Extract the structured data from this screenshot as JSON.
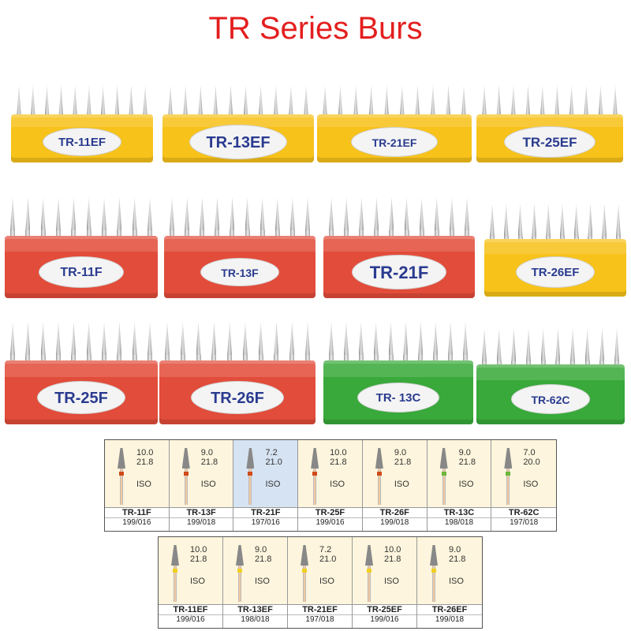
{
  "title": "TR Series Burs",
  "colors": {
    "title": "#e41e1e",
    "yellow": "#f7c21a",
    "red": "#e24c3a",
    "green": "#38a93a",
    "label_text": "#2a3b8f"
  },
  "packs": [
    {
      "label": "TR-11EF",
      "color": "yellow",
      "ring": "#f0e020"
    },
    {
      "label": "TR-13EF",
      "color": "yellow",
      "ring": "#f0e020"
    },
    {
      "label": "TR-21EF",
      "color": "yellow",
      "ring": "#f0e020"
    },
    {
      "label": "TR-25EF",
      "color": "yellow",
      "ring": "#f0e020"
    },
    {
      "label": "TR-11F",
      "color": "red",
      "ring": "#c8102e"
    },
    {
      "label": "TR-13F",
      "color": "red",
      "ring": "#c8102e"
    },
    {
      "label": "TR-21F",
      "color": "red",
      "ring": "#c8102e"
    },
    {
      "label": "TR-26EF",
      "color": "yellow",
      "ring": "#f0e020"
    },
    {
      "label": "TR-25F",
      "color": "red",
      "ring": "#c8102e"
    },
    {
      "label": "TR-26F",
      "color": "red",
      "ring": "#c8102e"
    },
    {
      "label": "TR- 13C",
      "color": "green",
      "ring": "#2e9e3a"
    },
    {
      "label": "TR-62C",
      "color": "green",
      "ring": "#2e9e3a"
    }
  ],
  "table1": [
    {
      "v1": "10.0",
      "v2": "21.8",
      "iso": "ISO",
      "code": "TR-11F",
      "iso_code": "199/016",
      "ring": "#d04a1a",
      "hl": false
    },
    {
      "v1": "9.0",
      "v2": "21.8",
      "iso": "ISO",
      "code": "TR-13F",
      "iso_code": "199/018",
      "ring": "#d04a1a",
      "hl": false
    },
    {
      "v1": "7.2",
      "v2": "21.0",
      "iso": "ISO",
      "code": "TR-21F",
      "iso_code": "197/016",
      "ring": "#d04a1a",
      "hl": true
    },
    {
      "v1": "10.0",
      "v2": "21.8",
      "iso": "ISO",
      "code": "TR-25F",
      "iso_code": "199/016",
      "ring": "#d04a1a",
      "hl": false
    },
    {
      "v1": "9.0",
      "v2": "21.8",
      "iso": "ISO",
      "code": "TR-26F",
      "iso_code": "199/018",
      "ring": "#d04a1a",
      "hl": false
    },
    {
      "v1": "9.0",
      "v2": "21.8",
      "iso": "ISO",
      "code": "TR-13C",
      "iso_code": "198/018",
      "ring": "#6bb83a",
      "hl": false
    },
    {
      "v1": "7.0",
      "v2": "20.0",
      "iso": "ISO",
      "code": "TR-62C",
      "iso_code": "197/018",
      "ring": "#6bb83a",
      "hl": false
    }
  ],
  "table2": [
    {
      "v1": "10.0",
      "v2": "21.8",
      "iso": "ISO",
      "code": "TR-11EF",
      "iso_code": "199/016",
      "ring": "#f0d020",
      "hl": false
    },
    {
      "v1": "9.0",
      "v2": "21.8",
      "iso": "ISO",
      "code": "TR-13EF",
      "iso_code": "198/018",
      "ring": "#f0d020",
      "hl": false
    },
    {
      "v1": "7.2",
      "v2": "21.0",
      "iso": "ISO",
      "code": "TR-21EF",
      "iso_code": "197/018",
      "ring": "#f0d020",
      "hl": false
    },
    {
      "v1": "10.0",
      "v2": "21.8",
      "iso": "ISO",
      "code": "TR-25EF",
      "iso_code": "199/016",
      "ring": "#f0d020",
      "hl": false
    },
    {
      "v1": "9.0",
      "v2": "21.8",
      "iso": "ISO",
      "code": "TR-26EF",
      "iso_code": "199/018",
      "ring": "#f0d020",
      "hl": false
    }
  ]
}
